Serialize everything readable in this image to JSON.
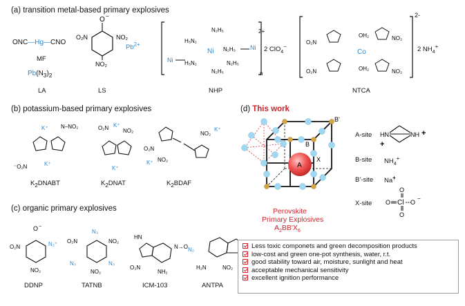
{
  "sections": {
    "a": "(a) transition metal-based primary explosives",
    "b": "(b) potassium-based primary explosives",
    "c": "(c) organic primary explosives",
    "d_prefix": "(d) ",
    "d_work": "This work"
  },
  "compounds_a": [
    {
      "formula": "ONC—Hg—CNO",
      "name": "MF"
    },
    {
      "formula": "Pb(N3)2",
      "name": "LA"
    },
    {
      "formula": "Pb2+",
      "name": "LS"
    },
    {
      "formula": "2 ClO4−",
      "name": "NHP"
    },
    {
      "formula": "2 NH4+",
      "name": "NTCA"
    }
  ],
  "compounds_b": [
    "K2DNABT",
    "K2DNAT",
    "K2BDAF"
  ],
  "compounds_c": [
    "DDNP",
    "TATNB",
    "ICM-103",
    "ANTPA"
  ],
  "perovskite": {
    "title_line1": "Perovskite",
    "title_line2": "Primary Explosives",
    "formula": "A2BB'X6",
    "labels": {
      "a": "A",
      "b": "B",
      "bp": "B'",
      "x": "X"
    },
    "sites": [
      {
        "site": "A-site",
        "value": "dabco"
      },
      {
        "site": "B-site",
        "value": "NH4+"
      },
      {
        "site": "B'-site",
        "value": "Na+"
      },
      {
        "site": "X-site",
        "value": "ClO4−"
      }
    ]
  },
  "advantages": [
    "Less toxic componets and green decomposition products",
    "low-cost and green one-pot synthesis, water, r.t.",
    "good stability toward air, moisture, sunlight and heat",
    "acceptable mechanical sensitivity",
    "excellent ignition performance"
  ],
  "colors": {
    "accent_red": "#d21f2a",
    "metal_blue": "#2a8ad4",
    "sphere_cyan": "#9fd8f0",
    "sphere_gold": "#d4a545"
  }
}
